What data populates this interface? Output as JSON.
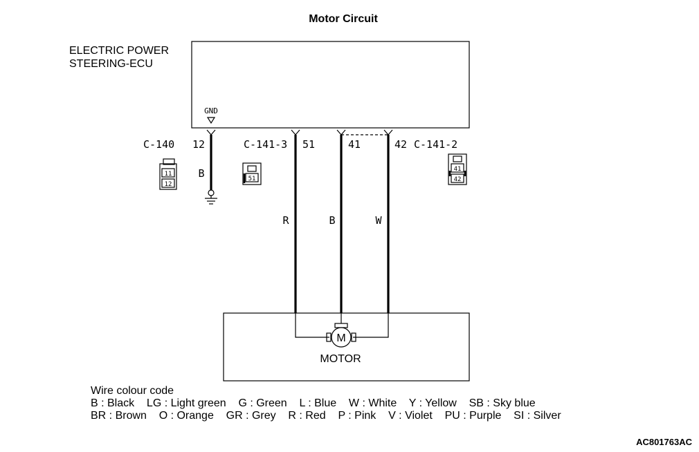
{
  "title": "Motor Circuit",
  "ecu": {
    "label_line1": "ELECTRIC POWER",
    "label_line2": "STEERING-ECU",
    "gnd_label": "GND"
  },
  "connectors": {
    "c140": {
      "name": "C-140",
      "pins": [
        "11",
        "12"
      ]
    },
    "c141_3": {
      "name": "C-141-3",
      "pins": [
        "51"
      ]
    },
    "c141_2": {
      "name": "C-141-2",
      "pins": [
        "41",
        "42"
      ]
    }
  },
  "pins": {
    "p12": "12",
    "p51": "51",
    "p41": "41",
    "p42": "42"
  },
  "wires": {
    "ground_colour": "B",
    "w51_colour": "R",
    "w41_colour": "B",
    "w42_colour": "W"
  },
  "motor": {
    "label": "MOTOR",
    "symbol": "M"
  },
  "legend": {
    "heading": "Wire colour code",
    "row1": "B : Black    LG : Light green    G : Green    L : Blue    W : White    Y : Yellow    SB : Sky blue",
    "row2": "BR : Brown    O : Orange    GR : Grey    R : Red    P : Pink    V : Violet    PU : Purple    SI : Silver"
  },
  "reference_code": "AC801763AC"
}
